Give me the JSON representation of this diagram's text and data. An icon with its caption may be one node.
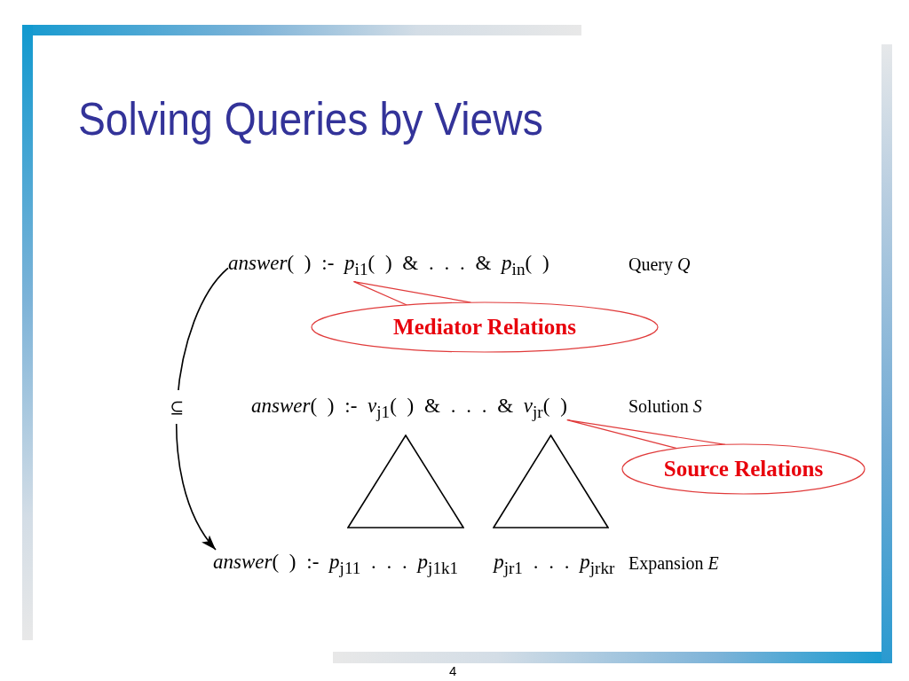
{
  "diagram": {
    "title": "Solving Queries by Views",
    "nodes": [
      {
        "text": [
          "*answer*( ) :- *p*$_{i1}$( ) & . . . & *p*$_{in}$( )"
        ]
      },
      {
        "text": [
          "Mediator Relations"
        ]
      },
      {
        "text": [
          "*answer*( ) :- *v*$_{j1}$( ) & . . . & *v*$_{jr}$( )"
        ]
      },
      {
        "text": [],
        "shape": "triangle"
      },
      {
        "text": [],
        "shape": "triangle"
      },
      {
        "text": [
          "Source Relations"
        ]
      },
      {
        "text": [
          "*answer*( ) :- *p*$_{j11}$ . . . *p*$_{j1k1}$",
          "*p*$_{jr1}$ . . . *p*$_{jrkr}$"
        ]
      }
    ],
    "edges": [
      {
        "from": 0,
        "to": 6,
        "arrow": "to",
        "label": "⊆",
        "color": "#000000"
      },
      {
        "from": 1,
        "to": 0,
        "arrow": "none"
      },
      {
        "from": 5,
        "to": 2,
        "arrow": "none"
      }
    ],
    "labels": [
      "Query *Q*",
      "Solution *S*",
      "Expansion *E*",
      "4"
    ]
  }
}
